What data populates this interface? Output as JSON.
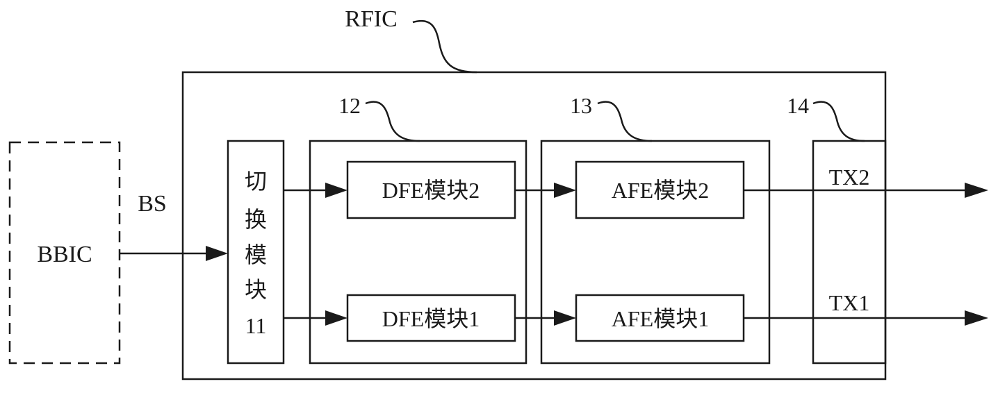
{
  "labels": {
    "rfic": "RFIC",
    "bbic": "BBIC",
    "bs": "BS",
    "ref_dfe_group": "12",
    "ref_afe_group": "13",
    "ref_tx_group": "14",
    "switch_module": [
      "切",
      "换",
      "模",
      "块",
      "11"
    ],
    "dfe_module_2": "DFE模块2",
    "dfe_module_1": "DFE模块1",
    "afe_module_2": "AFE模块2",
    "afe_module_1": "AFE模块1",
    "tx2": "TX2",
    "tx1": "TX1"
  }
}
